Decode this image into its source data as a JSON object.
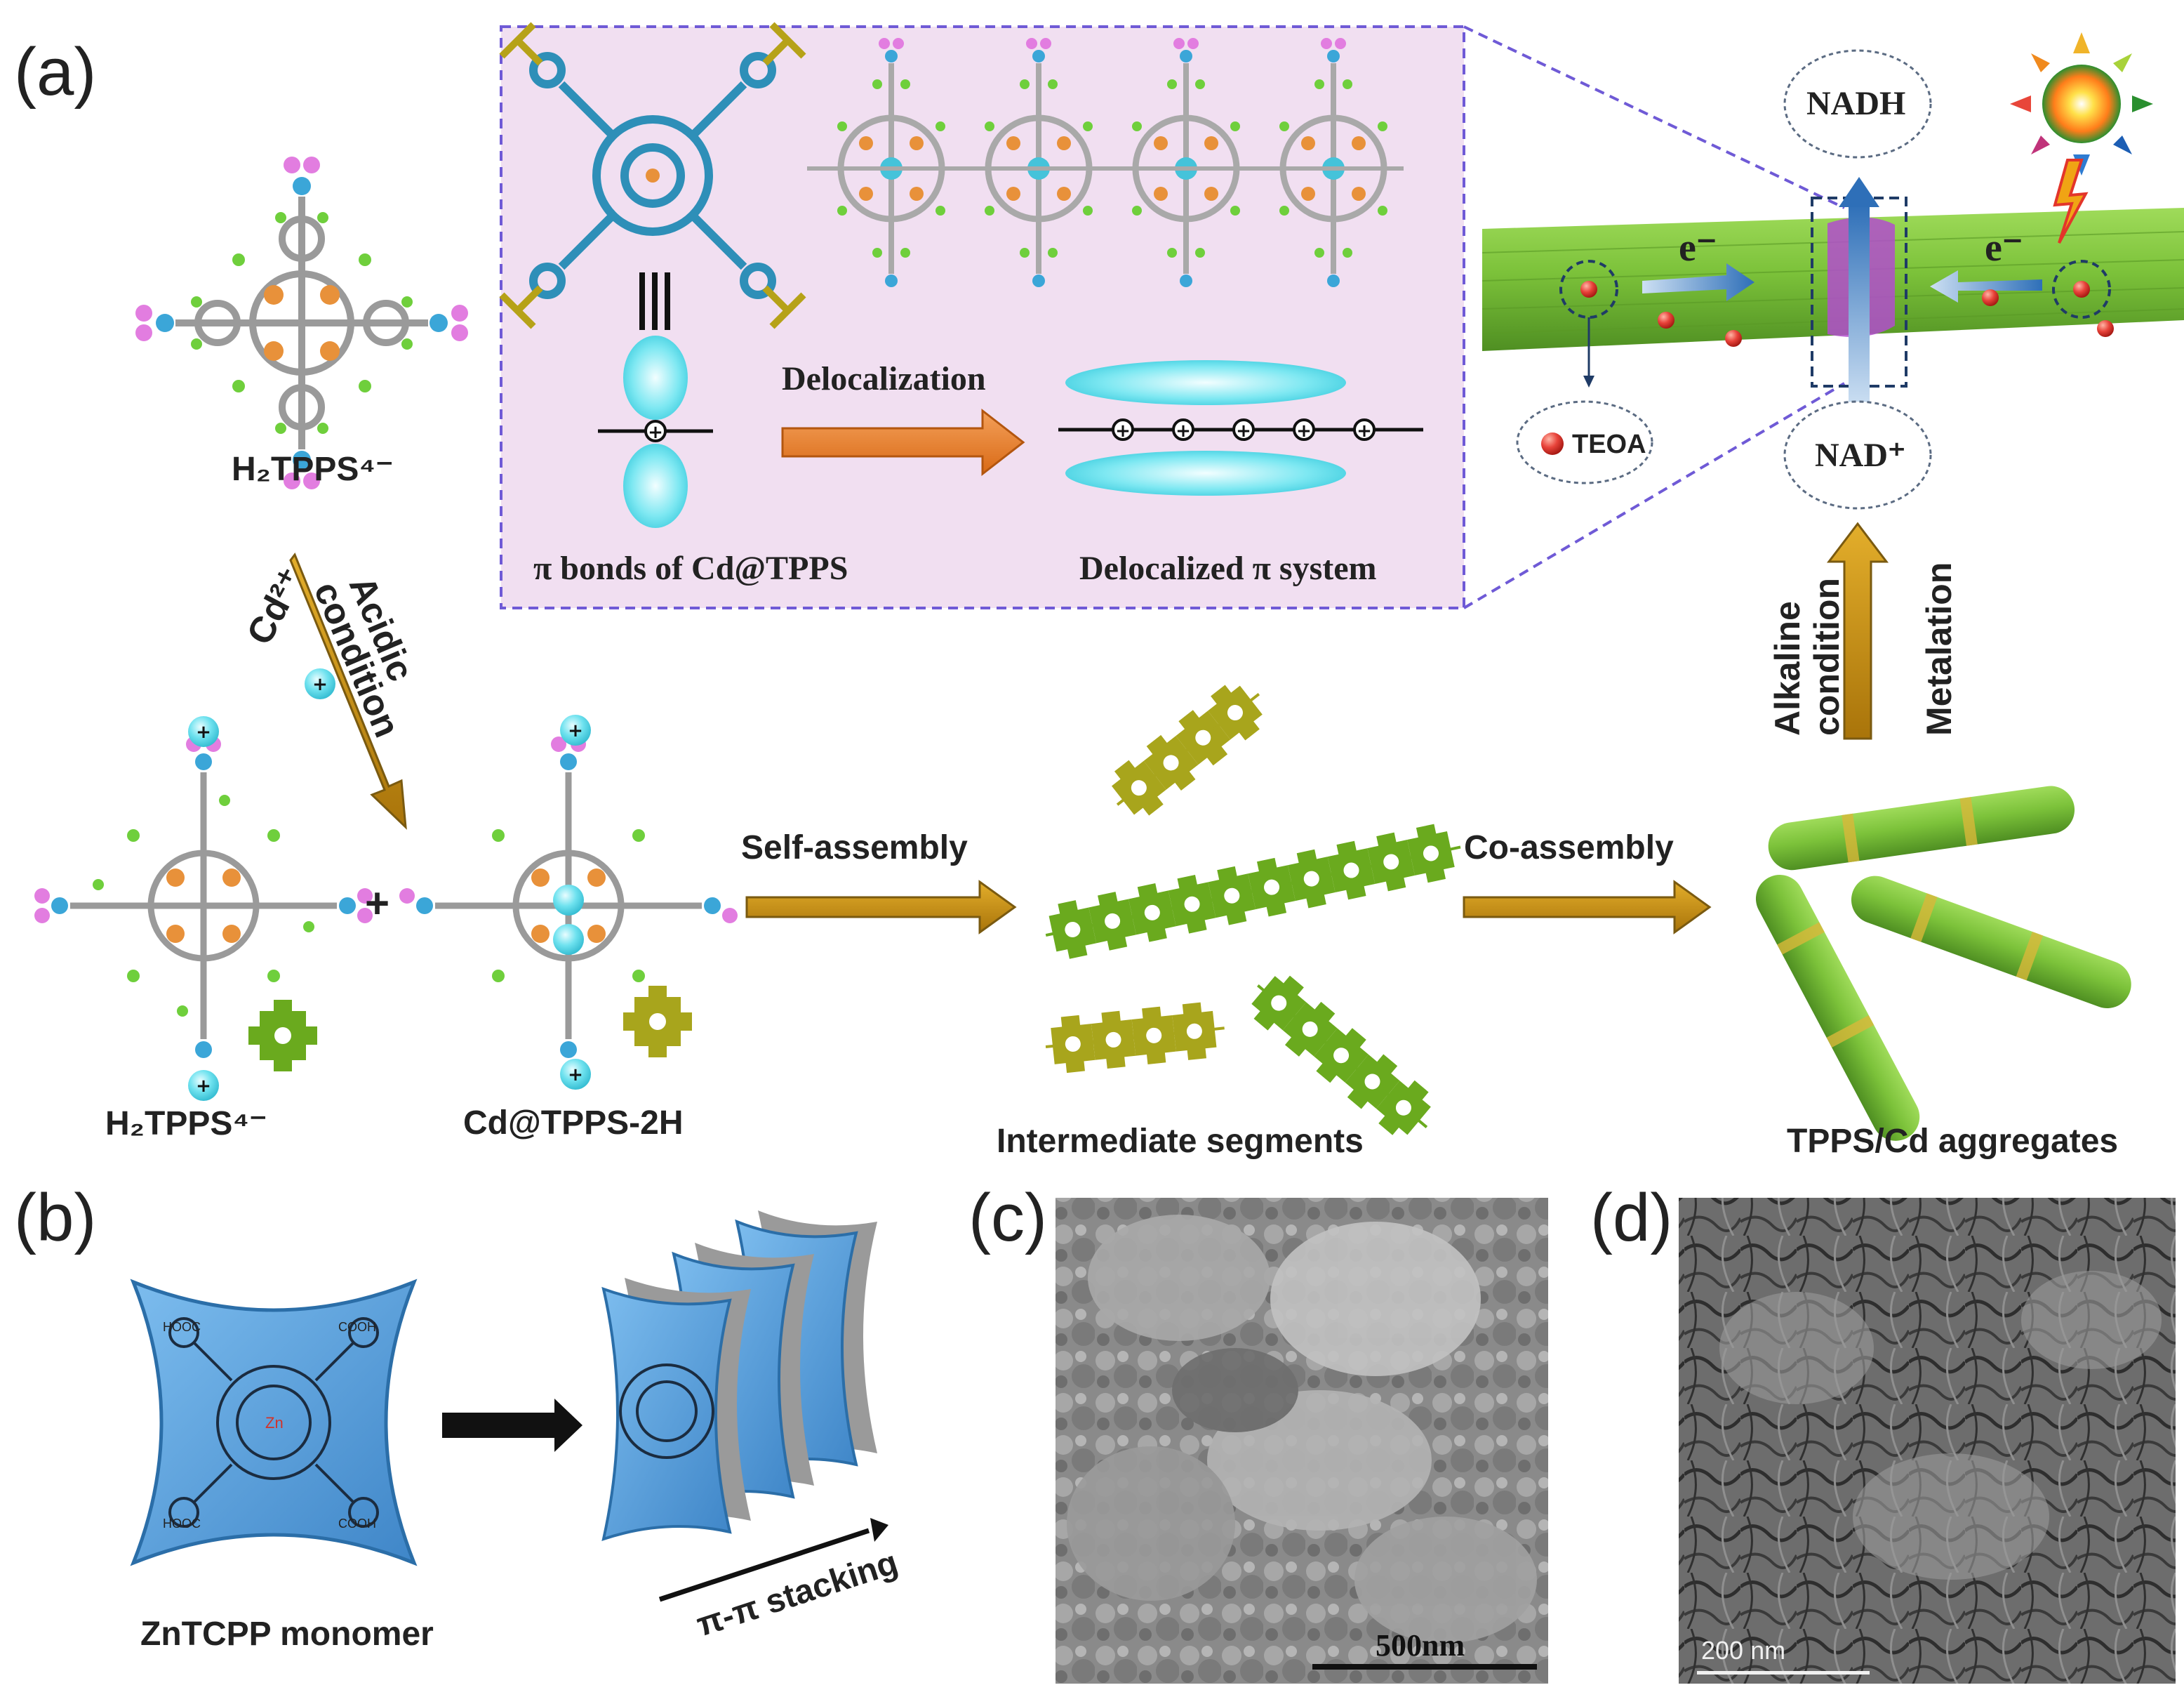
{
  "panels": {
    "a": "(a)",
    "b": "(b)",
    "c": "(c)",
    "d": "(d)"
  },
  "a": {
    "monomer_top_label": "H₂TPPS⁴⁻",
    "acid_step": {
      "reagent": "Cd²⁺",
      "line1": "Acidic",
      "line2": "condition"
    },
    "inset": {
      "pi_bonds": "π bonds of Cd@TPPS",
      "delocalization": "Delocalization",
      "delocalized_system": "Delocalized π system",
      "chain_sign": "⊕",
      "chain_count": 5
    },
    "tube": {
      "nadh": "NADH",
      "nad": "NAD⁺",
      "electron": "e⁻",
      "teoa": "TEOA"
    },
    "vertical_step": {
      "left1": "Alkaline",
      "left2": "condition",
      "right": "Metalation"
    },
    "bottom": {
      "monomer_label": "H₂TPPS⁴⁻",
      "plus": "+",
      "cd_label": "Cd@TPPS-2H",
      "self_assembly": "Self-assembly",
      "segments_label": "Intermediate segments",
      "co_assembly": "Co-assembly",
      "aggregates_label": "TPPS/Cd aggregates"
    }
  },
  "b": {
    "monomer_label": "ZnTCPP monomer",
    "stacking": "π-π stacking",
    "cooh": "COOH",
    "hooc": "HOOC",
    "zn": "Zn"
  },
  "c": {
    "scale_bar": "500nm"
  },
  "d": {
    "scale_bar": "200 nm"
  },
  "colors": {
    "inset_bg": "#f1dff1",
    "inset_border": "#6f5ad6",
    "arrow_fill": "#c8900a",
    "arrow_edge": "#7a5a10",
    "orange_arrow": "#e9832f",
    "cyan": "#58d8e8",
    "tube_green": "#7cc23a",
    "tube_purple": "#b14dcc",
    "segment_green": "#6aaa1e",
    "segment_olive": "#a8a51c",
    "plate_blue": "#5aa3de",
    "electron_arrow": "#2e6fb8"
  }
}
